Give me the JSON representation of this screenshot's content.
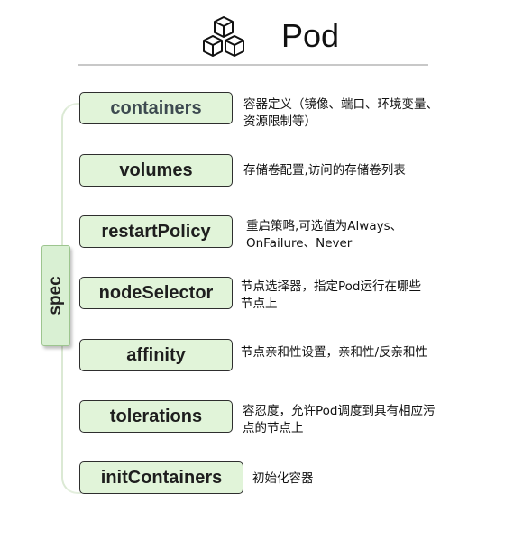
{
  "title": "Pod",
  "spec_label": "spec",
  "fields": [
    {
      "name": "containers",
      "desc": "容器定义（镜像、端口、环境变量、\n资源限制等）"
    },
    {
      "name": "volumes",
      "desc": "存储卷配置,访问的存储卷列表"
    },
    {
      "name": "restartPolicy",
      "desc": "重启策略,可选值为Always、\nOnFailure、Never"
    },
    {
      "name": "nodeSelector",
      "desc": "节点选择器，指定Pod运行在哪些\n节点上"
    },
    {
      "name": "affinity",
      "desc": "节点亲和性设置，亲和性/反亲和性"
    },
    {
      "name": "tolerations",
      "desc": "容忍度，允许Pod调度到具有相应污\n点的节点上"
    },
    {
      "name": "initContainers",
      "desc": "初始化容器"
    }
  ],
  "icons": {
    "header": "cubes-icon"
  }
}
